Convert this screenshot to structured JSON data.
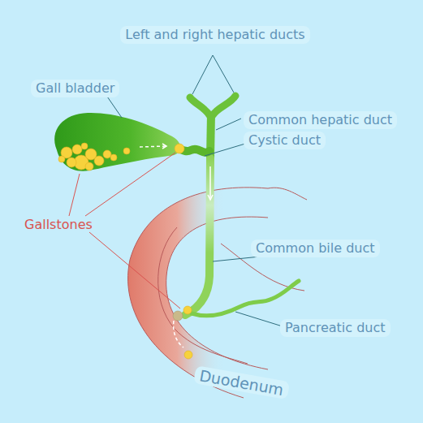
{
  "diagram": {
    "labels": [
      "Left and right hepatic ducts",
      "Gall bladder",
      "Common hepatic duct",
      "Cystic duct",
      "Gallstones",
      "Common bile duct",
      "Pancreatic duct",
      "Duodenum"
    ]
  }
}
